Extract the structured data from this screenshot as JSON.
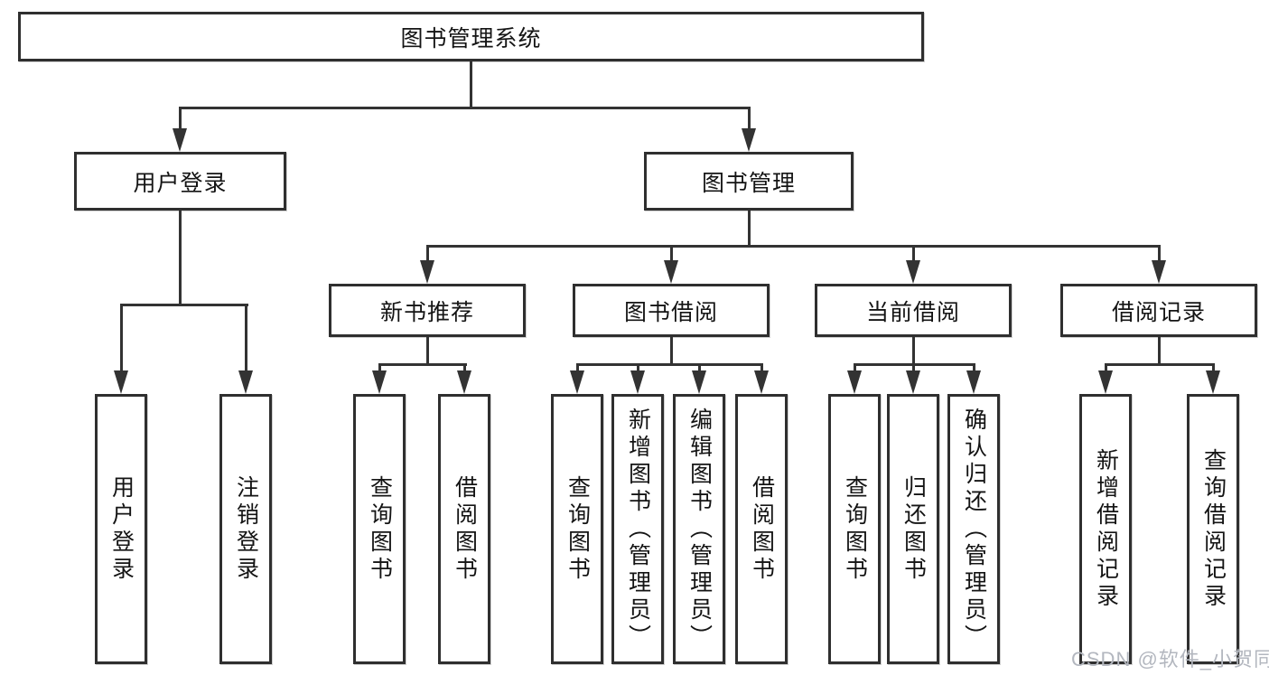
{
  "root": {
    "label": "图书管理系统"
  },
  "branches": {
    "user_login": {
      "label": "用户登录",
      "children": [
        {
          "label": "用户登录"
        },
        {
          "label": "注销登录"
        }
      ]
    },
    "book_mgmt": {
      "label": "图书管理",
      "children": [
        {
          "label": "新书推荐",
          "children": [
            {
              "label": "查询图书"
            },
            {
              "label": "借阅图书"
            }
          ]
        },
        {
          "label": "图书借阅",
          "children": [
            {
              "label": "查询图书"
            },
            {
              "label": "新增图书（管理员）"
            },
            {
              "label": "编辑图书（管理员）"
            },
            {
              "label": "借阅图书"
            }
          ]
        },
        {
          "label": "当前借阅",
          "children": [
            {
              "label": "查询图书"
            },
            {
              "label": "归还图书"
            },
            {
              "label": "确认归还（管理员）"
            }
          ]
        },
        {
          "label": "借阅记录",
          "children": [
            {
              "label": "新增借阅记录"
            },
            {
              "label": "查询借阅记录"
            }
          ]
        }
      ]
    }
  },
  "watermark": "CSDN @软件_小贺同学",
  "colors": {
    "line": "#333333",
    "border": "#2f2f2f",
    "text": "#141414",
    "watermark": "#b3b7bf",
    "background": "#ffffff"
  }
}
